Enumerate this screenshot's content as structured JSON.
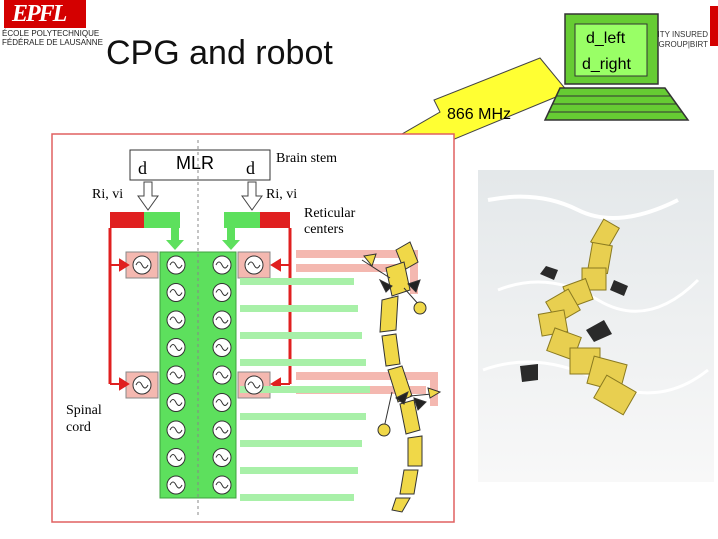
{
  "title": "CPG and robot",
  "logo_left": {
    "mark": "EPFL",
    "line1": "ÉCOLE POLYTECHNIQUE",
    "line2": "FÉDÉRALE DE LAUSANNE"
  },
  "logo_right": {
    "line1": "ITY INSURED",
    "line2": "S GROUP|BIRT"
  },
  "laptop": {
    "label1": "d_left",
    "label2": "d_right"
  },
  "radio": {
    "frequency": "866 MHz"
  },
  "diagram": {
    "mlr": "MLR",
    "d_left": "d",
    "d_right": "d",
    "brain_stem": "Brain stem",
    "r_left": "Ri, vi",
    "r_right": "Ri, vi",
    "reticular_line1": "Reticular",
    "reticular_line2": "centers",
    "spinal_line1": "Spinal",
    "spinal_line2": "cord"
  },
  "colors": {
    "green": "#5de05d",
    "red": "#e02020",
    "lightred": "#f4b8b0",
    "lightgreen": "#a8f0a8",
    "bolt": "#ffff33",
    "robot": "#f0d848",
    "diagram_border": "#e06060"
  }
}
